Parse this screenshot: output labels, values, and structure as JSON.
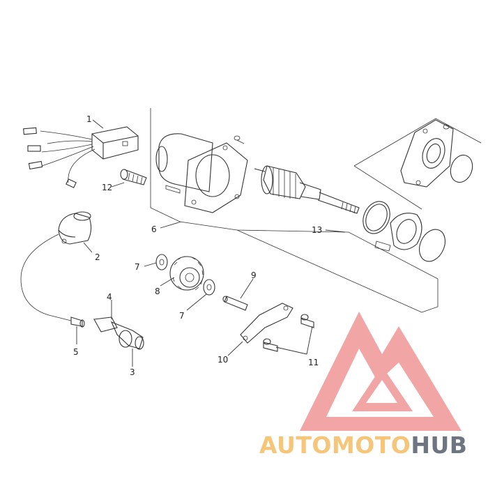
{
  "callouts": [
    {
      "id": "label-1",
      "text": "1"
    },
    {
      "id": "label-2",
      "text": "2"
    },
    {
      "id": "label-3",
      "text": "3"
    },
    {
      "id": "label-4",
      "text": "4"
    },
    {
      "id": "label-5",
      "text": "5"
    },
    {
      "id": "label-6",
      "text": "6"
    },
    {
      "id": "label-7a",
      "text": "7"
    },
    {
      "id": "label-7b",
      "text": "7"
    },
    {
      "id": "label-8",
      "text": "8"
    },
    {
      "id": "label-9",
      "text": "9"
    },
    {
      "id": "label-10",
      "text": "10"
    },
    {
      "id": "label-11",
      "text": "11"
    },
    {
      "id": "label-12",
      "text": "12"
    },
    {
      "id": "label-13",
      "text": "13"
    }
  ],
  "watermark": {
    "part1": "AUTO",
    "part2": "MOTO",
    "part3": "HUB",
    "color_light": "#f5c57a",
    "color_dark": "#6e7580",
    "logo_color": "#ee8f8f"
  }
}
